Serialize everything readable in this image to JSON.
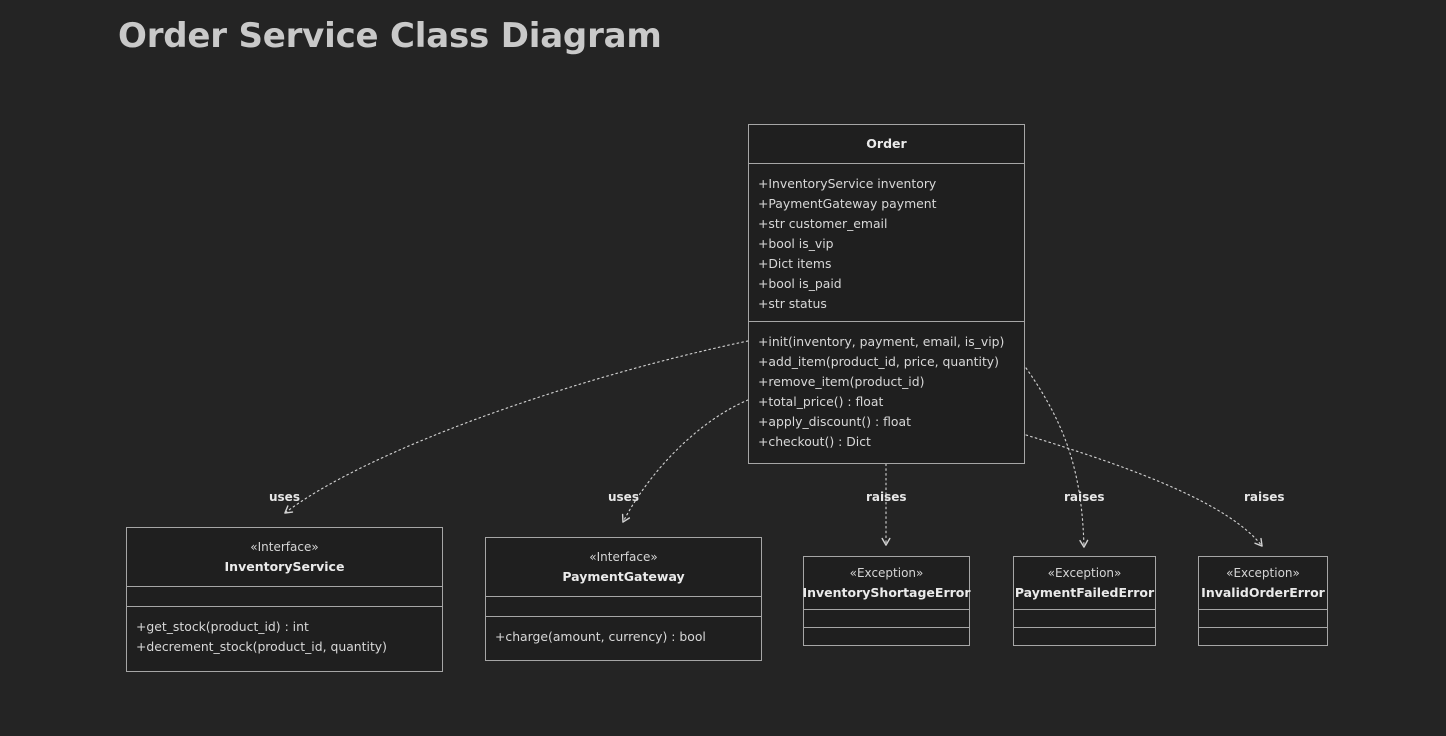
{
  "title": "Order Service Class Diagram",
  "theme": {
    "background": "#242424",
    "node_fill": "#1f1f1f",
    "node_border": "#a6a6a6",
    "text": "#d8d8d8",
    "title_text": "#c9c9c9",
    "edge": "#cfcfcf"
  },
  "classes": {
    "order": {
      "stereotype": "",
      "name": "Order",
      "attributes": [
        "+InventoryService inventory",
        "+PaymentGateway payment",
        "+str customer_email",
        "+bool is_vip",
        "+Dict items",
        "+bool is_paid",
        "+str status"
      ],
      "methods": [
        "+init(inventory, payment, email, is_vip)",
        "+add_item(product_id, price, quantity)",
        "+remove_item(product_id)",
        "+total_price() : float",
        "+apply_discount() : float",
        "+checkout() : Dict"
      ]
    },
    "inventory_service": {
      "stereotype": "«Interface»",
      "name": "InventoryService",
      "attributes": [],
      "methods": [
        "+get_stock(product_id) : int",
        "+decrement_stock(product_id, quantity)"
      ]
    },
    "payment_gateway": {
      "stereotype": "«Interface»",
      "name": "PaymentGateway",
      "attributes": [],
      "methods": [
        "+charge(amount, currency) : bool"
      ]
    },
    "inventory_shortage_error": {
      "stereotype": "«Exception»",
      "name": "InventoryShortageError",
      "attributes": [],
      "methods": []
    },
    "payment_failed_error": {
      "stereotype": "«Exception»",
      "name": "PaymentFailedError",
      "attributes": [],
      "methods": []
    },
    "invalid_order_error": {
      "stereotype": "«Exception»",
      "name": "InvalidOrderError",
      "attributes": [],
      "methods": []
    }
  },
  "edges": [
    {
      "id": "order-inventory-service",
      "label": "uses",
      "from": "order",
      "to": "inventory_service",
      "style": "dotted",
      "arrow": "open"
    },
    {
      "id": "order-payment-gateway",
      "label": "uses",
      "from": "order",
      "to": "payment_gateway",
      "style": "dotted",
      "arrow": "open"
    },
    {
      "id": "order-inventory-error",
      "label": "raises",
      "from": "order",
      "to": "inventory_shortage_error",
      "style": "dotted",
      "arrow": "open"
    },
    {
      "id": "order-payment-error",
      "label": "raises",
      "from": "order",
      "to": "payment_failed_error",
      "style": "dotted",
      "arrow": "open"
    },
    {
      "id": "order-invalid-error",
      "label": "raises",
      "from": "order",
      "to": "invalid_order_error",
      "style": "dotted",
      "arrow": "open"
    }
  ]
}
